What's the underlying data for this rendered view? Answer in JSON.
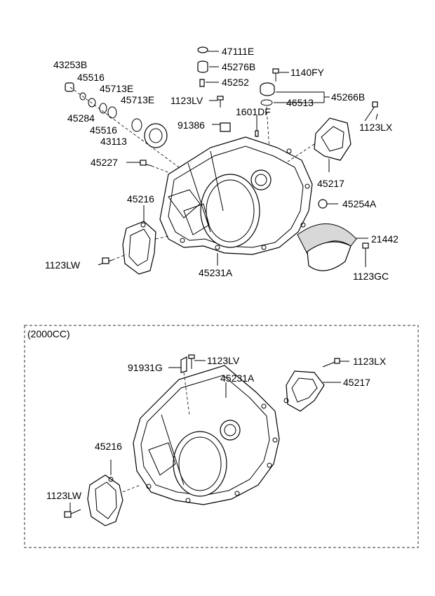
{
  "upper": {
    "labels": {
      "p47111E": "47111E",
      "p45276B": "45276B",
      "p1140FY": "1140FY",
      "p45252": "45252",
      "p45266B": "45266B",
      "p46513": "46513",
      "p1123LV": "1123LV",
      "p1601DF": "1601DF",
      "p43253B": "43253B",
      "p45516a": "45516",
      "p45713Ea": "45713E",
      "p45713Eb": "45713E",
      "p45284": "45284",
      "p45516b": "45516",
      "p91386": "91386",
      "p43113": "43113",
      "p1123LX": "1123LX",
      "p45227": "45227",
      "p45217": "45217",
      "p45254A": "45254A",
      "p45216": "45216",
      "p21442": "21442",
      "p1123LW": "1123LW",
      "p45231A": "45231A",
      "p1123GC": "1123GC"
    }
  },
  "lower": {
    "section_title": "(2000CC)",
    "labels": {
      "p1123LV": "1123LV",
      "p1123LX": "1123LX",
      "p91931G": "91931G",
      "p45231A": "45231A",
      "p45217": "45217",
      "p45216": "45216",
      "p1123LW": "1123LW"
    }
  }
}
